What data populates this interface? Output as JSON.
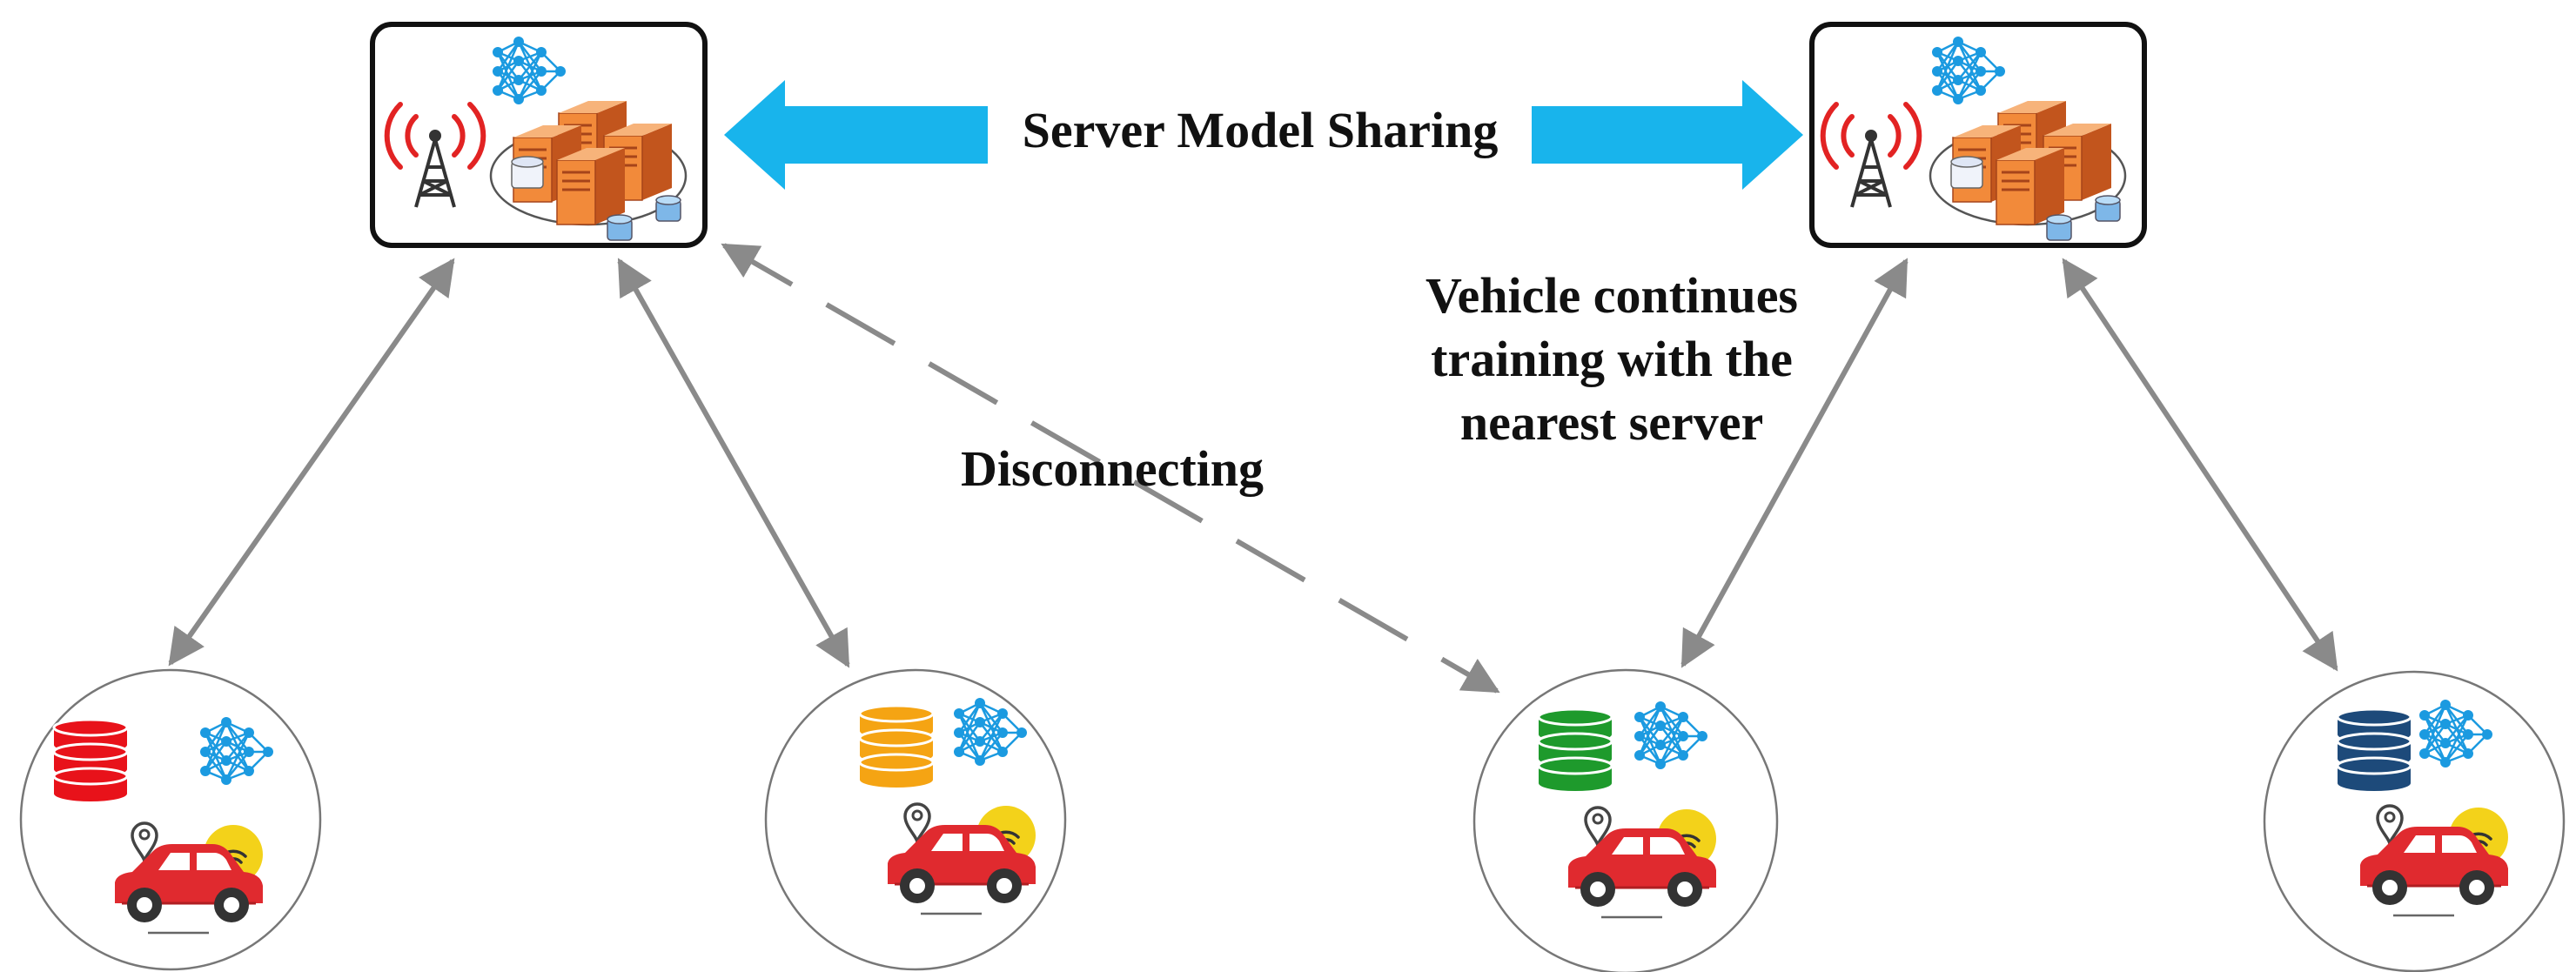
{
  "labels": {
    "sharing": "Server Model Sharing",
    "disconnecting": "Disconnecting",
    "continues_line1": "Vehicle continues",
    "continues_line2": "training with the",
    "continues_line3": "nearest server"
  },
  "servers": [
    {
      "id": "left-server"
    },
    {
      "id": "right-server"
    }
  ],
  "vehicles": [
    {
      "id": "vehicle-1",
      "database_color": "#e8121a"
    },
    {
      "id": "vehicle-2",
      "database_color": "#f5a413"
    },
    {
      "id": "vehicle-3",
      "database_color": "#1e9a2c"
    },
    {
      "id": "vehicle-4",
      "database_color": "#1d4a7a"
    }
  ],
  "colors": {
    "sharing_arrow": "#18b4ec",
    "link": "#8a8a8a",
    "signal": "#e22323",
    "server_orange": "#f28a3a",
    "neural_net": "#1b9ae0",
    "car": "#e02a2f",
    "wifi_badge": "#f3d21a"
  }
}
